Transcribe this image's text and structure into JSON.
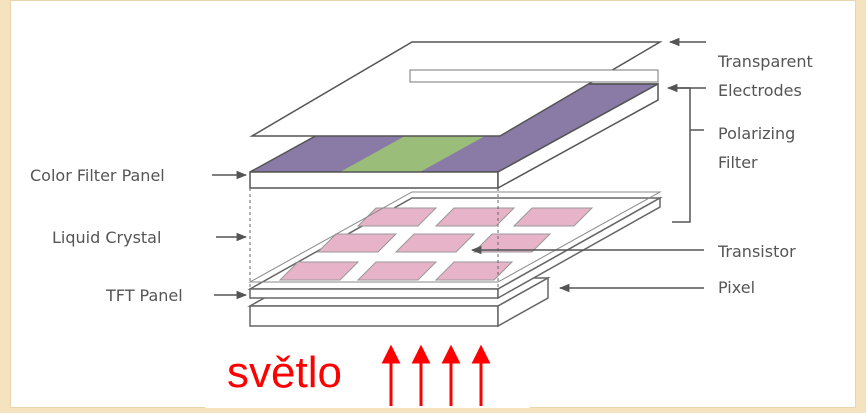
{
  "labels": {
    "transparent_electrodes": [
      "Transparent",
      "Electrodes"
    ],
    "polarizing_filter": [
      "Polarizing",
      "Filter"
    ],
    "color_filter_panel": "Color Filter Panel",
    "liquid_crystal": "Liquid Crystal",
    "tft_panel": "TFT Panel",
    "transistor": "Transistor",
    "pixel": "Pixel"
  },
  "caption": {
    "text": "světlo",
    "arrow_count": 4
  },
  "colors": {
    "filter_purple": "#8a7aa6",
    "filter_green": "#9bbd7a",
    "pixel_pink": "#e6b3c8",
    "caption_red": "#ff0000",
    "background": "#f5e2bf"
  }
}
